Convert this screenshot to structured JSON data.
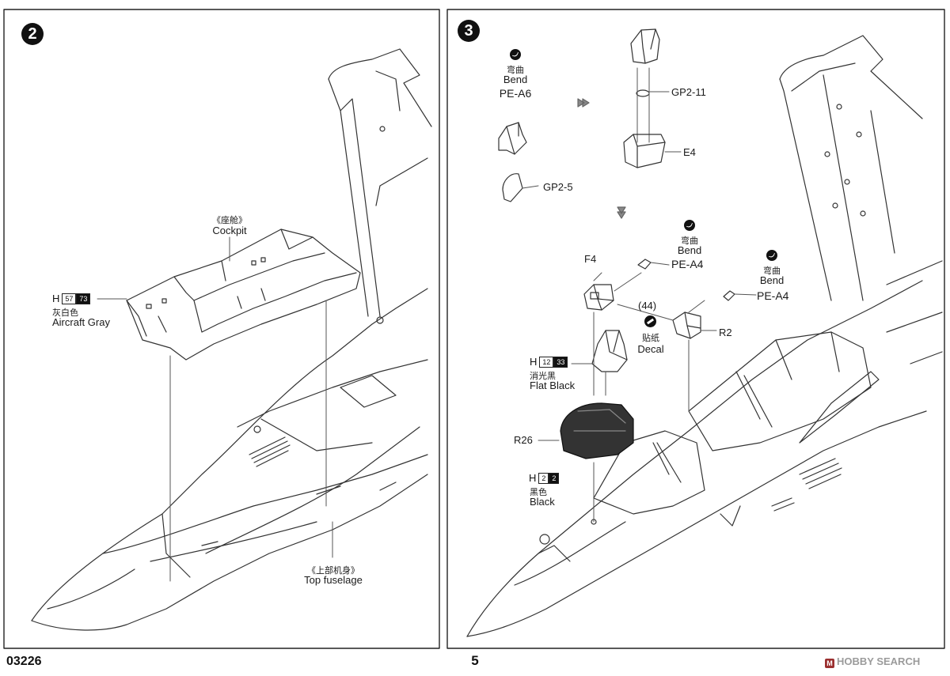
{
  "footer": {
    "kit_number": "03226",
    "page_number": "5",
    "watermark": "HOBBY SEARCH",
    "watermark_mark": "M"
  },
  "step2": {
    "number": "2",
    "cockpit_cn": "《座舱》",
    "cockpit_en": "Cockpit",
    "paint_gray": {
      "prefix": "H",
      "code": "57",
      "code_dark": "73",
      "cn": "灰白色",
      "en": "Aircraft Gray"
    },
    "fuselage_cn": "《上部机身》",
    "fuselage_en": "Top fuselage"
  },
  "step3": {
    "number": "3",
    "bend_cn": "弯曲",
    "bend_en": "Bend",
    "part_pe_a6": "PE-A6",
    "part_gp2_5": "GP2-5",
    "part_gp2_11": "GP2-11",
    "part_e4": "E4",
    "part_f4": "F4",
    "part_pe_a4": "PE-A4",
    "part_r2": "R2",
    "part_r26": "R26",
    "decal_number": "(44)",
    "decal_cn": "贴纸",
    "decal_en": "Decal",
    "paint_flat_black": {
      "prefix": "H",
      "code": "12",
      "code_dark": "33",
      "cn": "消光黑",
      "en": "Flat Black"
    },
    "paint_black": {
      "prefix": "H",
      "code": "2",
      "code_dark": "2",
      "cn": "黑色",
      "en": "Black"
    }
  },
  "colors": {
    "ink": "#111111",
    "line": "#333333",
    "watermark": "#9b9b9b",
    "watermark_mark": "#9b3030"
  }
}
